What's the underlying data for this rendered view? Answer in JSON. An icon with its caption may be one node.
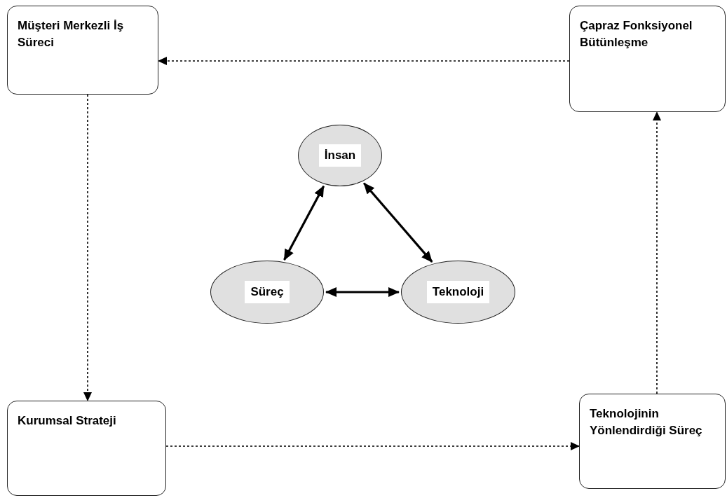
{
  "diagram": {
    "nodes": [
      {
        "text": [
          "Müşteri Merkezli İş Süreci"
        ]
      },
      {
        "text": [
          "Çapraz Fonksiyonel Bütünleşme"
        ]
      },
      {
        "text": [
          "İnsan"
        ]
      },
      {
        "text": [
          "Süreç"
        ]
      },
      {
        "text": [
          "Teknoloji"
        ]
      },
      {
        "text": [
          "Kurumsal Strateji"
        ]
      },
      {
        "text": [
          "Teknolojinin Yönlendirdiği Süreç"
        ]
      }
    ],
    "edges": [
      {
        "from": 1,
        "to": 0,
        "arrow": "to",
        "style": "dashed"
      },
      {
        "from": 0,
        "to": 5,
        "arrow": "to",
        "style": "dashed"
      },
      {
        "from": 5,
        "to": 6,
        "arrow": "to",
        "style": "dashed"
      },
      {
        "from": 6,
        "to": 1,
        "arrow": "to",
        "style": "dashed"
      },
      {
        "from": 2,
        "to": 3,
        "arrow": "both",
        "style": "thick"
      },
      {
        "from": 2,
        "to": 4,
        "arrow": "both",
        "style": "thick"
      },
      {
        "from": 3,
        "to": 4,
        "arrow": "both",
        "style": "thick"
      }
    ]
  }
}
